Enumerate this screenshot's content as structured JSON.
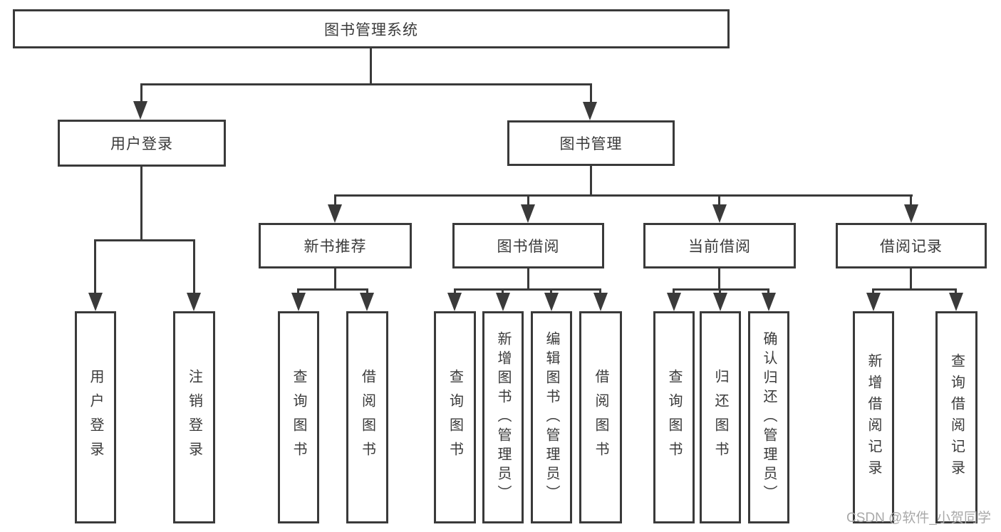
{
  "diagram": {
    "tree": {
      "label": "图书管理系统",
      "children": [
        {
          "label": "用户登录",
          "children": [
            {
              "label": "用户登录"
            },
            {
              "label": "注销登录"
            }
          ]
        },
        {
          "label": "图书管理",
          "children": [
            {
              "label": "新书推荐",
              "children": [
                {
                  "label": "查询图书"
                },
                {
                  "label": "借阅图书"
                }
              ]
            },
            {
              "label": "图书借阅",
              "children": [
                {
                  "label": "查询图书"
                },
                {
                  "label": "新增图书（管理员）"
                },
                {
                  "label": "编辑图书（管理员）"
                },
                {
                  "label": "借阅图书"
                }
              ]
            },
            {
              "label": "当前借阅",
              "children": [
                {
                  "label": "查询图书"
                },
                {
                  "label": "归还图书"
                },
                {
                  "label": "确认归还（管理员）"
                }
              ]
            },
            {
              "label": "借阅记录",
              "children": [
                {
                  "label": "新增借阅记录"
                },
                {
                  "label": "查询借阅记录"
                }
              ]
            }
          ]
        }
      ]
    },
    "watermark": "CSDN @软件_小贺同学",
    "colors": {
      "line": "#3a3a3a",
      "text": "#3a3a3a",
      "box_background": "#ffffff",
      "watermark": "#a9a9a9"
    }
  }
}
